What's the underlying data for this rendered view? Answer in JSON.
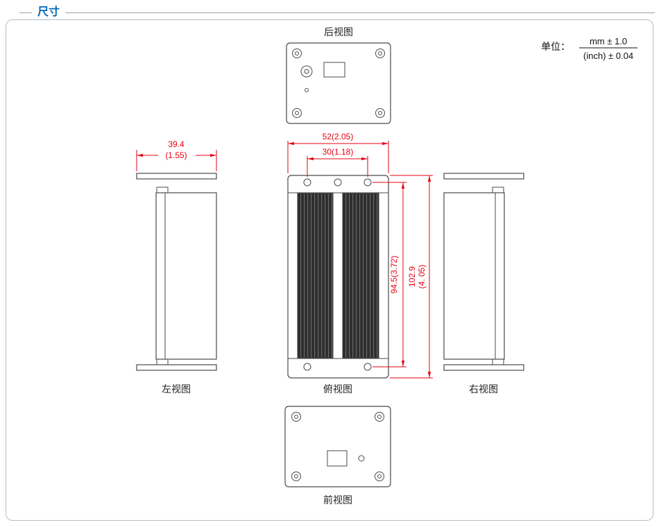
{
  "page": {
    "title": "尺寸",
    "unit_label": "单位：",
    "unit_mm": "mm ± 1.0",
    "unit_inch": "(inch) ± 0.04"
  },
  "views": {
    "rear_label": "后视图",
    "left_label": "左视图",
    "top_label": "俯视图",
    "right_label": "右视图",
    "front_label": "前视图"
  },
  "dims": {
    "top_width": "52(2.05)",
    "hole_pitch_h": "30(1.18)",
    "side_depth_mm": "39.4",
    "side_depth_inch": "(1.55)",
    "hole_pitch_v": "94.5(3.72)",
    "body_height_mm": "102.9",
    "body_height_inch": "(4. 05)"
  },
  "colors": {
    "accent": "#0068b7",
    "dimension": "#e60012",
    "line": "#4a4a4a"
  }
}
